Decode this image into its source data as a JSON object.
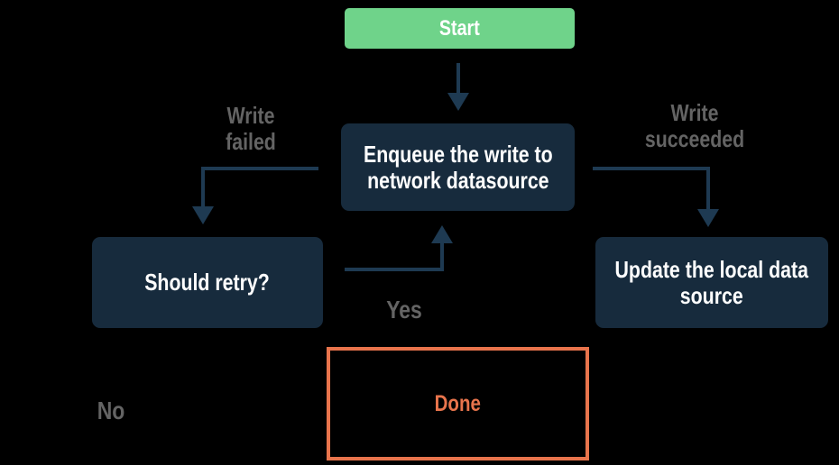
{
  "colors": {
    "background": "#000000",
    "start_green": "#6FD38A",
    "node_navy": "#172B3D",
    "arrow_navy": "#1E3A52",
    "label_gray": "#646464",
    "done_orange": "#E8744C",
    "node_text": "#FFFFFF"
  },
  "nodes": {
    "start": {
      "label": "Start"
    },
    "enqueue": {
      "line1": "Enqueue the write to",
      "line2": "network datasource"
    },
    "should_retry": {
      "label": "Should retry?"
    },
    "update_local": {
      "line1": "Update the local data",
      "line2": "source"
    },
    "done": {
      "label": "Done"
    }
  },
  "edge_labels": {
    "write_failed": {
      "line1": "Write",
      "line2": "failed"
    },
    "write_succeeded": {
      "line1": "Write",
      "line2": "succeeded"
    },
    "yes": {
      "label": "Yes"
    },
    "no": {
      "label": "No"
    }
  }
}
